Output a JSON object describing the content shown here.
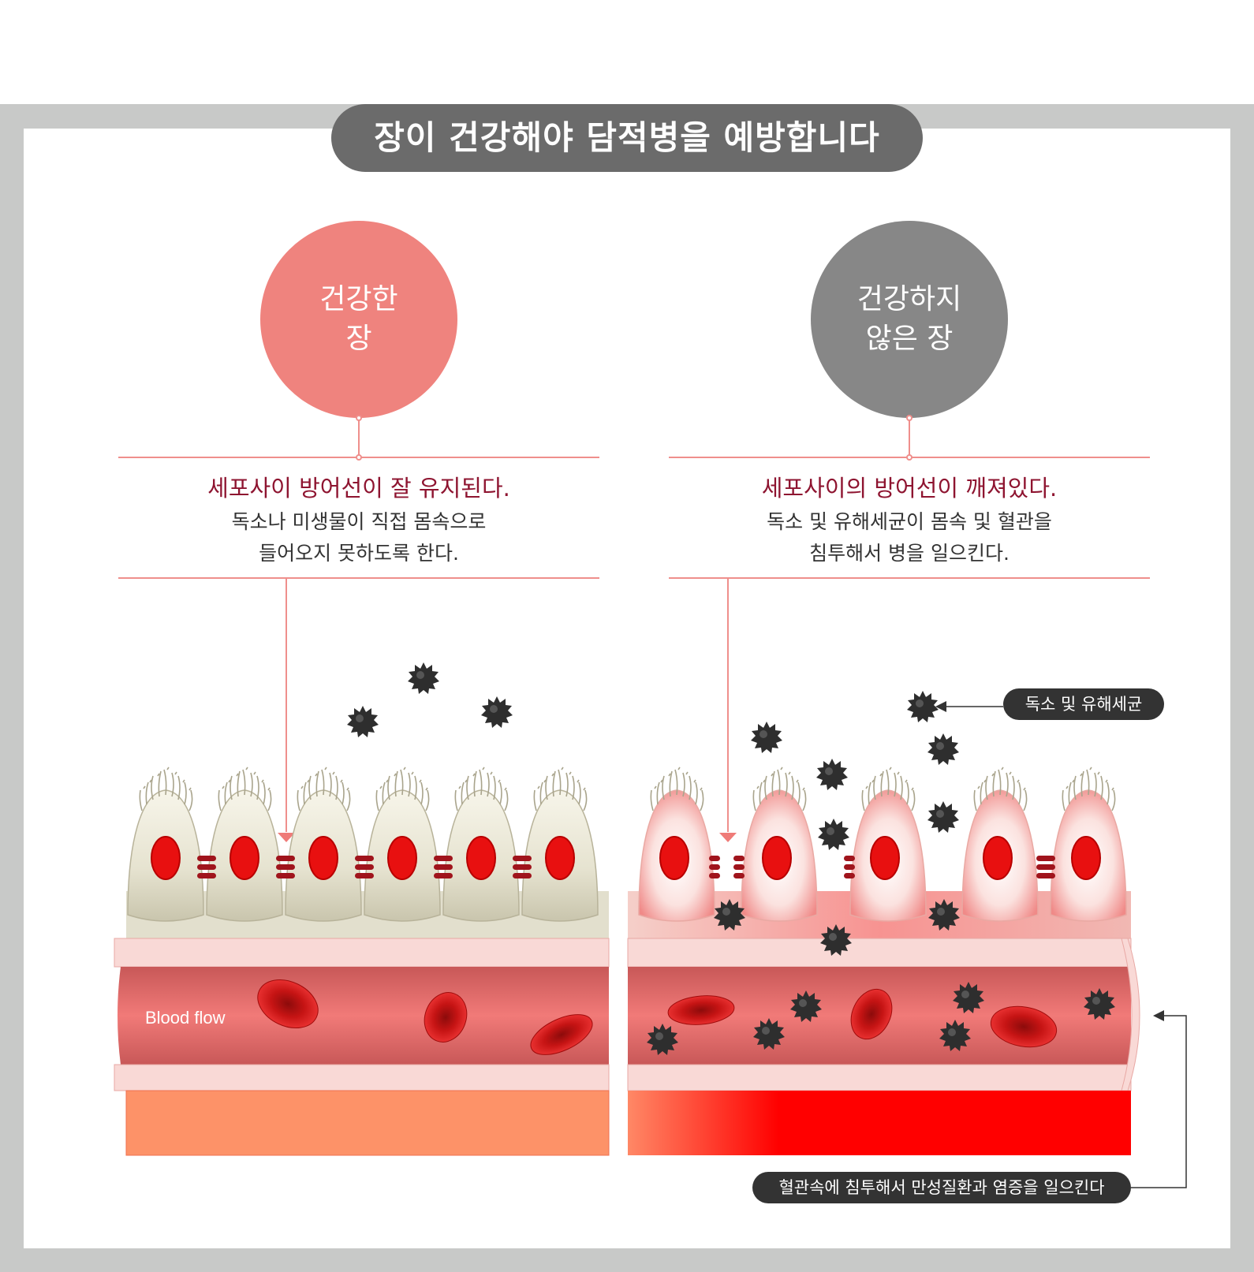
{
  "title": "장이 건강해야 담적병을 예방합니다",
  "healthy": {
    "circle_line1": "건강한",
    "circle_line2": "장",
    "heading": "세포사이 방어선이 잘 유지된다.",
    "body_line1": "독소나 미생물이 직접 몸속으로",
    "body_line2": "들어오지 못하도록 한다."
  },
  "unhealthy": {
    "circle_line1": "건강하지",
    "circle_line2": "않은 장",
    "heading": "세포사이의 방어선이 깨져있다.",
    "body_line1": "독소 및 유해세균이 몸속 및 혈관을",
    "body_line2": "침투해서 병을 일으킨다."
  },
  "labels": {
    "toxin": "독소 및 유해세균",
    "blood_invasion": "혈관속에 침투해서 만성질환과 염증을 일으킨다",
    "blood_flow": "Blood flow"
  },
  "colors": {
    "healthy_accent": "#ef837e",
    "unhealthy_accent": "#878787",
    "heading_red": "#8e1430",
    "frame_gray": "#c8c9c8"
  }
}
